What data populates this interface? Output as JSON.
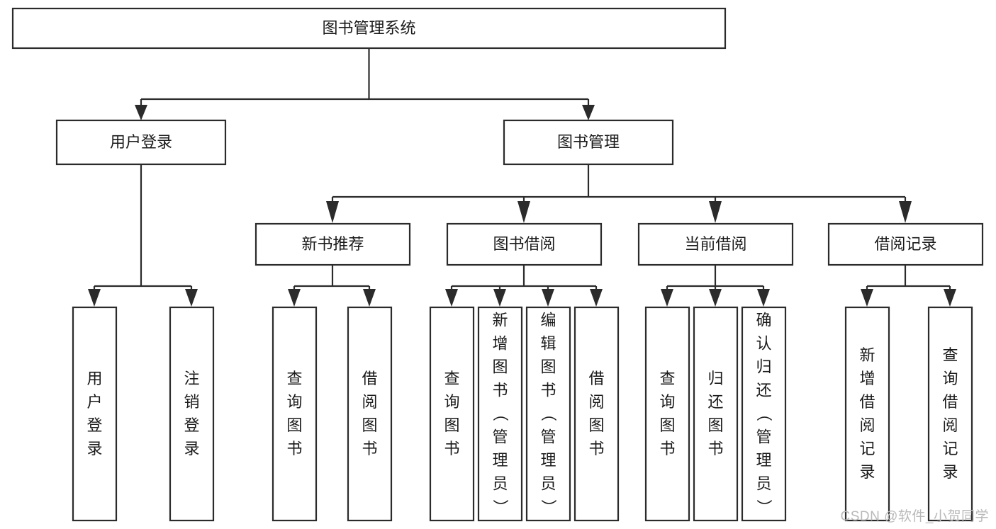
{
  "diagram": {
    "title": "图书管理系统",
    "type": "hierarchy-tree",
    "orientation": "top-down",
    "levels": 4,
    "colors": {
      "box_stroke": "#2b2b2b",
      "box_fill": "#ffffff",
      "edge": "#2b2b2b",
      "text": "#1a1a1a",
      "background": "#ffffff",
      "watermark": "#b9b9b9"
    },
    "nodes": {
      "root": {
        "id": "root",
        "label": "图书管理系统",
        "level": 0,
        "text_orientation": "horizontal"
      },
      "l1": [
        {
          "id": "user-login",
          "label": "用户登录",
          "level": 1,
          "text_orientation": "horizontal"
        },
        {
          "id": "book-manage",
          "label": "图书管理",
          "level": 1,
          "text_orientation": "horizontal"
        }
      ],
      "l2": [
        {
          "id": "new-book-rec",
          "label": "新书推荐",
          "level": 2,
          "text_orientation": "horizontal",
          "parent": "book-manage"
        },
        {
          "id": "book-borrow",
          "label": "图书借阅",
          "level": 2,
          "text_orientation": "horizontal",
          "parent": "book-manage"
        },
        {
          "id": "current-borrow",
          "label": "当前借阅",
          "level": 2,
          "text_orientation": "horizontal",
          "parent": "book-manage"
        },
        {
          "id": "borrow-record",
          "label": "借阅记录",
          "level": 2,
          "text_orientation": "horizontal",
          "parent": "book-manage"
        }
      ],
      "leaves": [
        {
          "id": "leaf-user-login",
          "label": "用户登录",
          "parent": "user-login",
          "text_orientation": "vertical"
        },
        {
          "id": "leaf-user-logout",
          "label": "注销登录",
          "parent": "user-login",
          "text_orientation": "vertical"
        },
        {
          "id": "leaf-query-book-rec",
          "label": "查询图书",
          "parent": "new-book-rec",
          "text_orientation": "vertical"
        },
        {
          "id": "leaf-borrow-book-rec",
          "label": "借阅图书",
          "parent": "new-book-rec",
          "text_orientation": "vertical"
        },
        {
          "id": "leaf-query-book-borrow",
          "label": "查询图书",
          "parent": "book-borrow",
          "text_orientation": "vertical"
        },
        {
          "id": "leaf-add-book-admin",
          "label": "新增图书（管理员）",
          "parent": "book-borrow",
          "text_orientation": "vertical"
        },
        {
          "id": "leaf-edit-book-admin",
          "label": "编辑图书（管理员）",
          "parent": "book-borrow",
          "text_orientation": "vertical"
        },
        {
          "id": "leaf-borrow-book",
          "label": "借阅图书",
          "parent": "book-borrow",
          "text_orientation": "vertical"
        },
        {
          "id": "leaf-query-book-current",
          "label": "查询图书",
          "parent": "current-borrow",
          "text_orientation": "vertical"
        },
        {
          "id": "leaf-return-book",
          "label": "归还图书",
          "parent": "current-borrow",
          "text_orientation": "vertical"
        },
        {
          "id": "leaf-confirm-return-admin",
          "label": "确认归还（管理员）",
          "parent": "current-borrow",
          "text_orientation": "vertical"
        },
        {
          "id": "leaf-add-borrow-record",
          "label": "新增借阅记录",
          "parent": "borrow-record",
          "text_orientation": "vertical"
        },
        {
          "id": "leaf-query-borrow-record",
          "label": "查询借阅记录",
          "parent": "borrow-record",
          "text_orientation": "vertical"
        }
      ]
    }
  },
  "watermark": {
    "text": "CSDN @软件_小贺同学"
  }
}
